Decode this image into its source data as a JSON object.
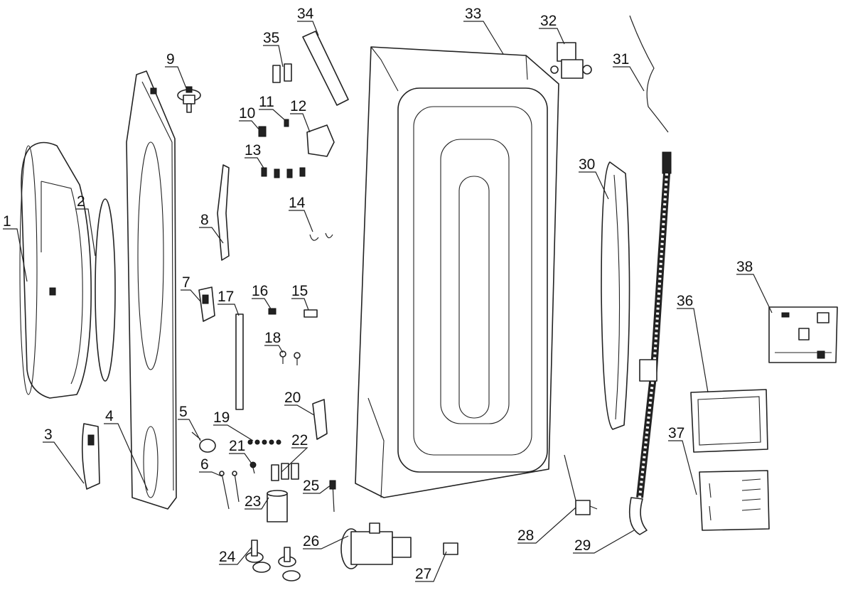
{
  "colors": {
    "ink": "#222222",
    "background": "#ffffff"
  },
  "callouts": {
    "c1": "1",
    "c2": "2",
    "c3": "3",
    "c4": "4",
    "c5": "5",
    "c6": "6",
    "c7": "7",
    "c8": "8",
    "c9": "9",
    "c10": "10",
    "c11": "11",
    "c12": "12",
    "c13": "13",
    "c14": "14",
    "c15": "15",
    "c16": "16",
    "c17": "17",
    "c18": "18",
    "c19": "19",
    "c20": "20",
    "c21": "21",
    "c22": "22",
    "c23": "23",
    "c24": "24",
    "c25": "25",
    "c26": "26",
    "c27": "27",
    "c28": "28",
    "c29": "29",
    "c30": "30",
    "c31": "31",
    "c32": "32",
    "c33": "33",
    "c34": "34",
    "c35": "35",
    "c36": "36",
    "c37": "37",
    "c38": "38"
  }
}
